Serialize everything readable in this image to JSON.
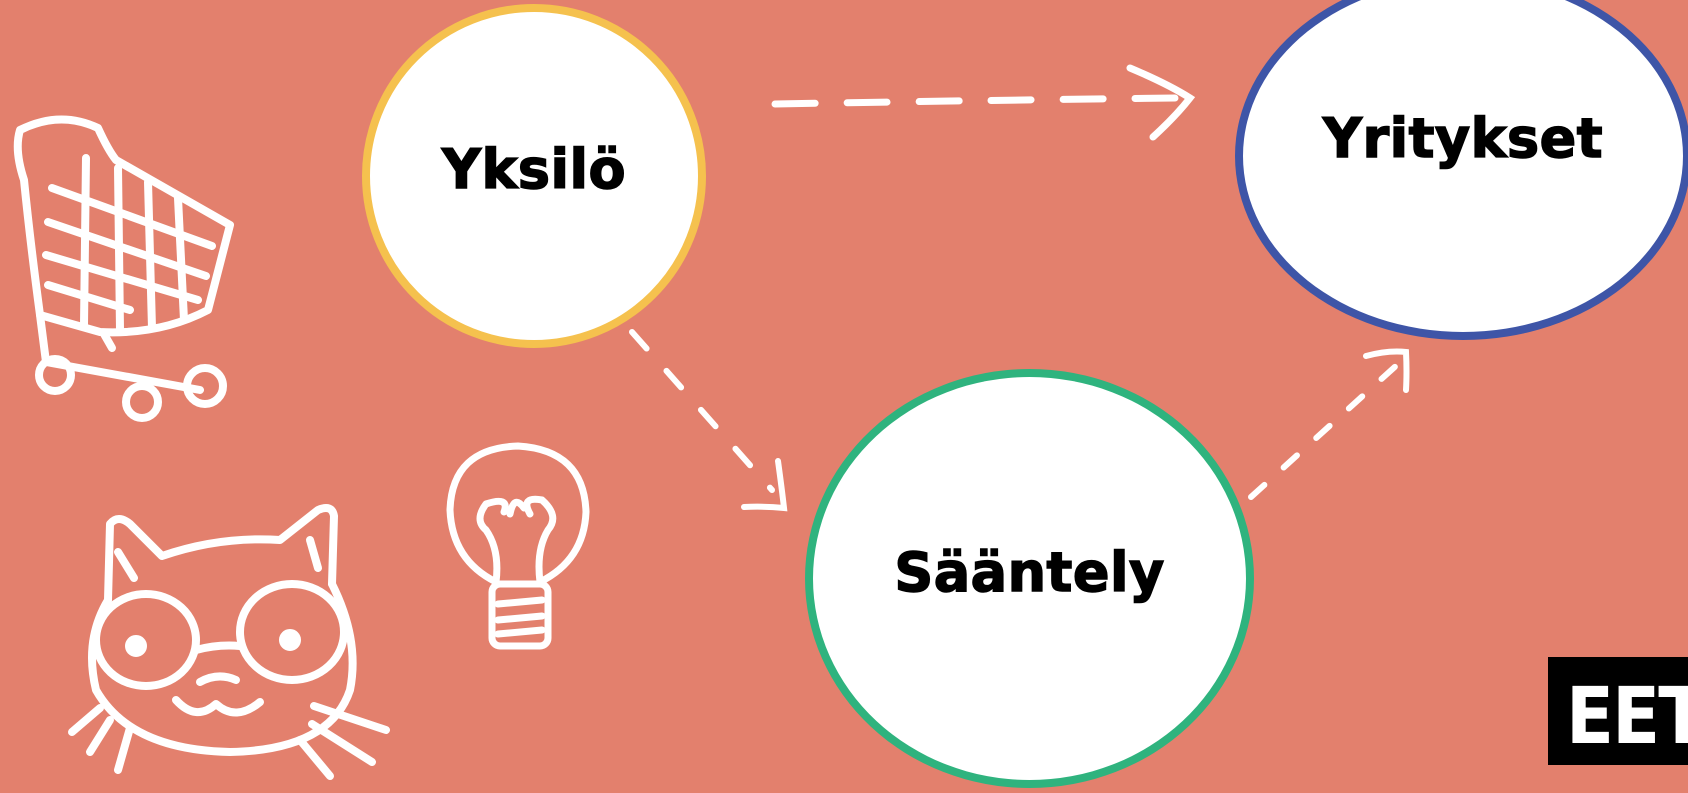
{
  "diagram": {
    "nodes": [
      {
        "id": "yksilo",
        "label": "Yksilö",
        "color": "#F5C14E"
      },
      {
        "id": "yritykset",
        "label": "Yritykset",
        "color": "#3E55A7"
      },
      {
        "id": "saantely",
        "label": "Sääntely",
        "color": "#2FB37E"
      }
    ],
    "edges": [
      {
        "from": "yksilo",
        "to": "yritykset",
        "style": "dashed"
      },
      {
        "from": "yksilo",
        "to": "saantely",
        "style": "dashed"
      },
      {
        "from": "saantely",
        "to": "yritykset",
        "style": "dashed"
      }
    ]
  },
  "decorations": [
    "shopping-cart-icon",
    "cat-with-glasses-icon",
    "light-bulb-icon"
  ],
  "logo": {
    "text": "EET"
  },
  "colors": {
    "background": "#E3806D",
    "yksilo_border": "#F5C14E",
    "yritykset_border": "#3E55A7",
    "saantely_border": "#2FB37E",
    "line": "#FFFFFF"
  }
}
